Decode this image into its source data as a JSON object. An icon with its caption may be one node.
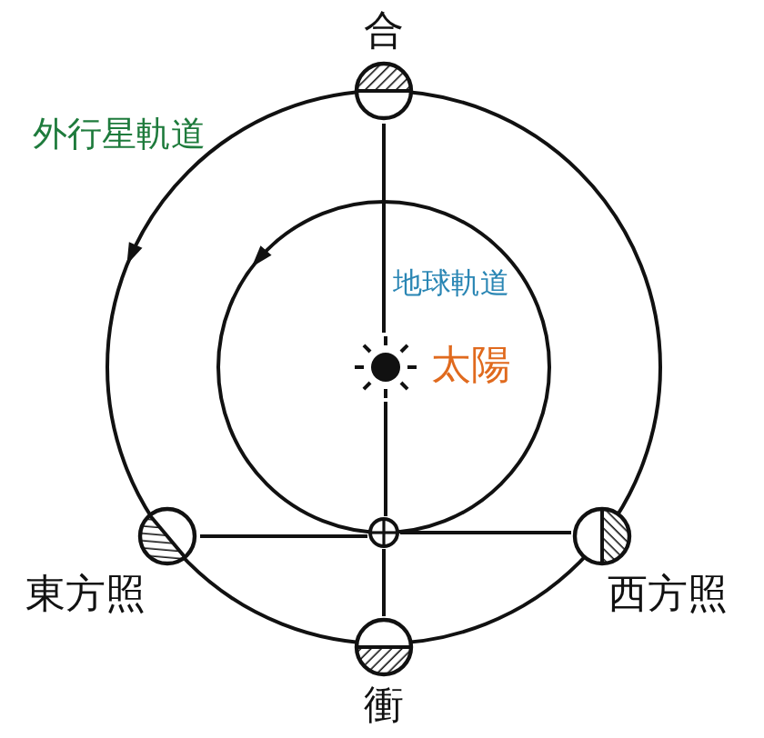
{
  "diagram": {
    "nodes": [
      {
        "text": [
          "合"
        ]
      },
      {
        "text": [
          "東方照"
        ]
      },
      {
        "text": [
          "西方照"
        ]
      },
      {
        "text": [
          "衝"
        ]
      },
      {
        "text": [
          "太陽"
        ]
      },
      {
        "text": [],
        "shape": "circle"
      }
    ],
    "edges": [
      {
        "from": 0,
        "to": 4,
        "arrow": "none"
      },
      {
        "from": 4,
        "to": 5,
        "arrow": "none"
      },
      {
        "from": 5,
        "to": 3,
        "arrow": "none"
      },
      {
        "from": 1,
        "to": 5,
        "arrow": "none"
      },
      {
        "from": 5,
        "to": 2,
        "arrow": "none"
      }
    ],
    "labels": [
      "外行星軌道",
      "地球軌道"
    ]
  }
}
